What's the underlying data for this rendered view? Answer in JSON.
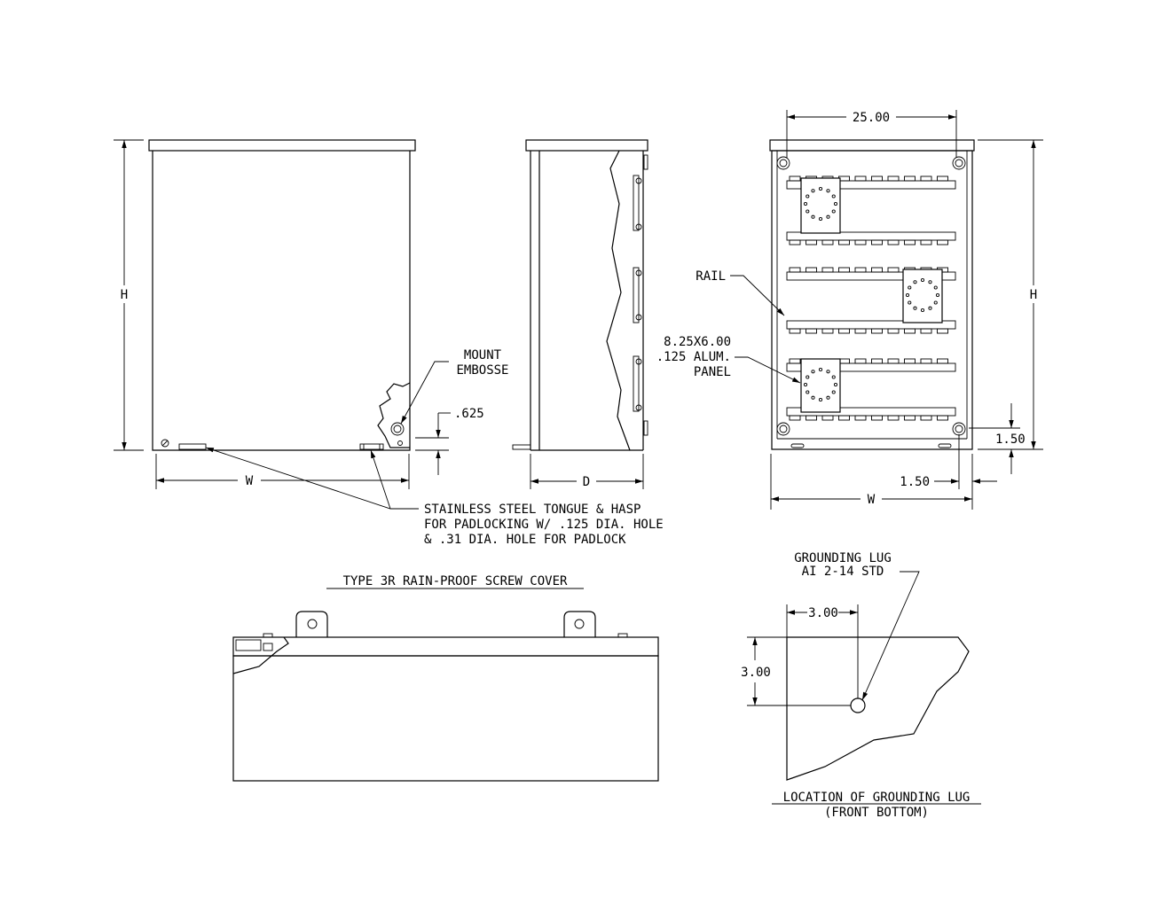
{
  "labels": {
    "h_left": "H",
    "h_right": "H",
    "w_left": "W",
    "w_right": "W",
    "d_side": "D",
    "dim_25": "25.00",
    "dim_625": ".625",
    "dim_150_vert": "1.50",
    "dim_150_horiz": "1.50",
    "dim_300_horiz": "3.00",
    "dim_300_vert": "3.00",
    "mount_emboss_1": "MOUNT",
    "mount_emboss_2": "EMBOSSE",
    "rail": "RAIL",
    "panel_1": "8.25X6.00",
    "panel_2": ".125 ALUM.",
    "panel_3": "PANEL",
    "hasp_1": "STAINLESS STEEL TONGUE & HASP",
    "hasp_2": "FOR PADLOCKING W/ .125 DIA. HOLE",
    "hasp_3": "& .31 DIA. HOLE FOR PADLOCK",
    "cover_title": "TYPE 3R RAIN-PROOF SCREW COVER",
    "lug_1": "GROUNDING LUG",
    "lug_2": "AI 2-14 STD",
    "lug_title": "LOCATION OF GROUNDING LUG",
    "lug_subtitle": "(FRONT BOTTOM)"
  }
}
